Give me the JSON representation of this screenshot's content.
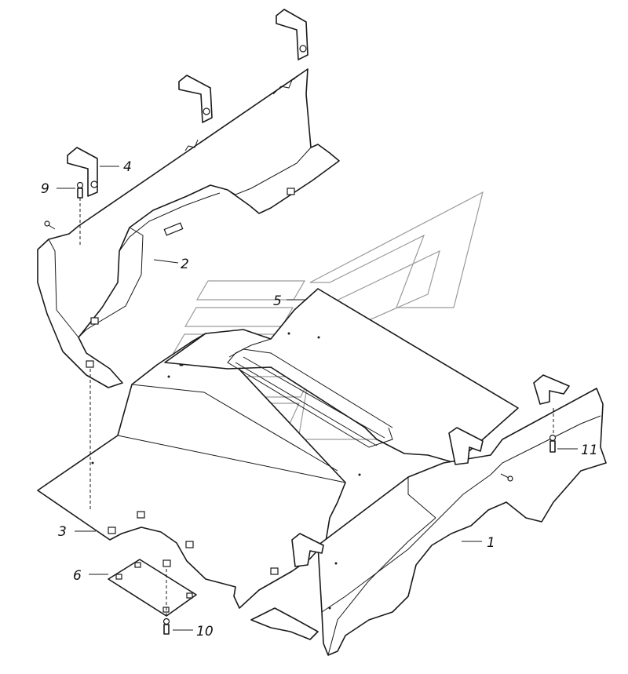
{
  "callouts": [
    {
      "id": "c1",
      "text": "1"
    },
    {
      "id": "c2",
      "text": "2"
    },
    {
      "id": "c3",
      "text": "3"
    },
    {
      "id": "c4",
      "text": "4"
    },
    {
      "id": "c5",
      "text": "5"
    },
    {
      "id": "c6",
      "text": "6"
    },
    {
      "id": "c9",
      "text": "9"
    },
    {
      "id": "c10",
      "text": "10"
    },
    {
      "id": "c11",
      "text": "11"
    }
  ]
}
